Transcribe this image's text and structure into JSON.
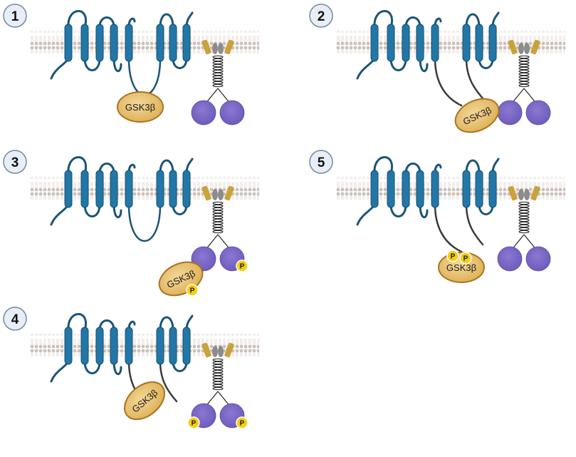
{
  "colors": {
    "helix": "#2277a6",
    "helix_edge": "#144f72",
    "loop": "#1b5575",
    "linker": "#3a3a3a",
    "membrane": "#d9cfc9",
    "membrane_head": "#cdbfb7",
    "gsk_fill": "#e8c068",
    "gsk_edge": "#a9741f",
    "purple": "#7b68c4",
    "purple_edge": "#5b4aa3",
    "phospho": "#f5cf0c",
    "badge_fill": "#e6eef8",
    "badge_edge": "#7a8899",
    "receptor_gold": "#caa23a",
    "receptor_gray": "#8c8c8c"
  },
  "labels": {
    "kinase": "GSK3β",
    "phospho": "P"
  },
  "panels": [
    {
      "number": "1",
      "linker": "loop",
      "gsk_angle": 0,
      "gsk_p": [],
      "receptor_p": []
    },
    {
      "number": "2",
      "linker": "two",
      "gsk_angle": -25,
      "gsk_p": [],
      "receptor_p": []
    },
    {
      "number": "3",
      "linker": "loop",
      "gsk_angle": -25,
      "gsk_p": [
        "bottom"
      ],
      "receptor_p": [
        "right"
      ]
    },
    {
      "number": "4",
      "linker": "two",
      "gsk_angle": -40,
      "gsk_p": [],
      "receptor_p": [
        "left",
        "right"
      ]
    },
    {
      "number": "5",
      "linker": "two",
      "gsk_angle": 0,
      "gsk_p": [
        "top-left",
        "top-right"
      ],
      "receptor_p": []
    }
  ]
}
